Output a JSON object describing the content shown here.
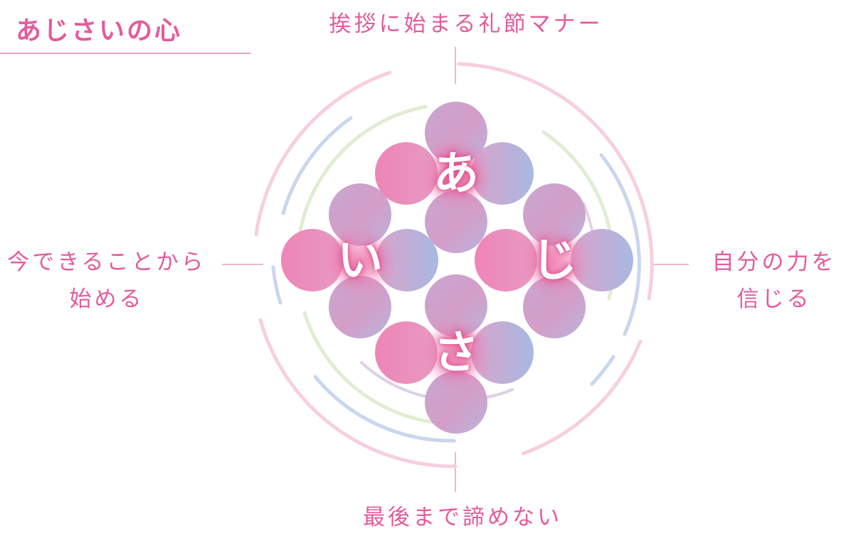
{
  "title": "あじさいの心",
  "center": {
    "top": "あ",
    "left": "い",
    "right": "じ",
    "bottom": "さ"
  },
  "captions": {
    "top": "挨拶に始まる礼節マナー",
    "left_line1": "今できることから",
    "left_line2": "始める",
    "right_line1": "自分の力を",
    "right_line2": "信じる",
    "bottom": "最後まで諦めない"
  },
  "colors": {
    "accent": "#e45b9c",
    "petal_pink": "#ec8fba",
    "petal_purple": "#c9a6cf",
    "petal_blue": "#a9b8e0",
    "ring_pink": "#f4c9dc",
    "ring_blue": "#c6d2ec",
    "ring_green": "#dcebcd"
  }
}
